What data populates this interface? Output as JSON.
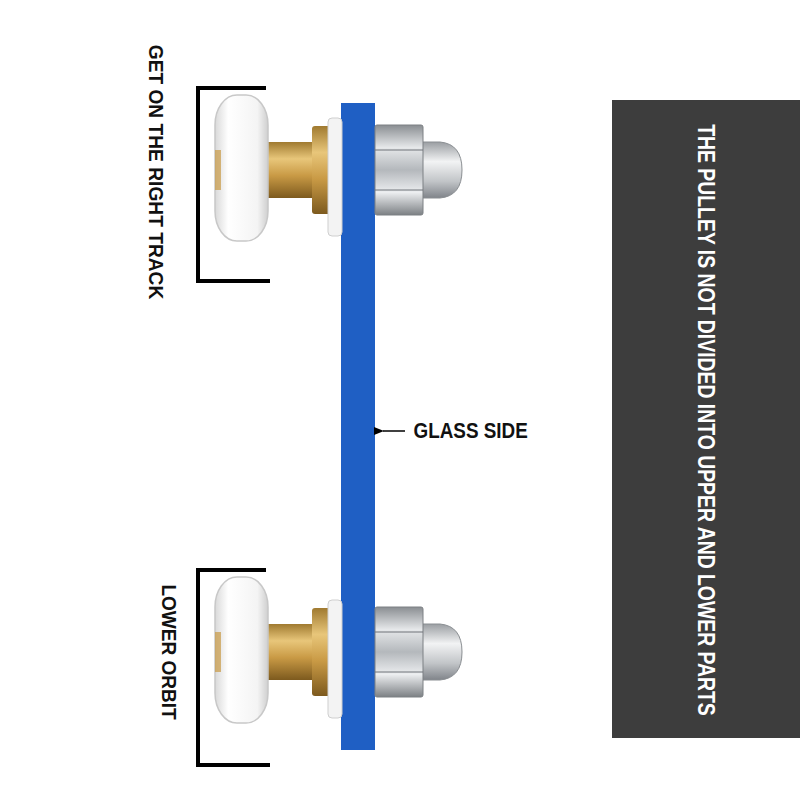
{
  "diagram": {
    "nodes": [
      {
        "text": [
          "THE PULLEY IS NOT DIVIDED INTO UPPER AND LOWER PARTS"
        ]
      }
    ],
    "labels": [
      "GET ON THE RIGHT TRACK",
      "LOWER ORBIT",
      "GLASS SIDE"
    ]
  }
}
